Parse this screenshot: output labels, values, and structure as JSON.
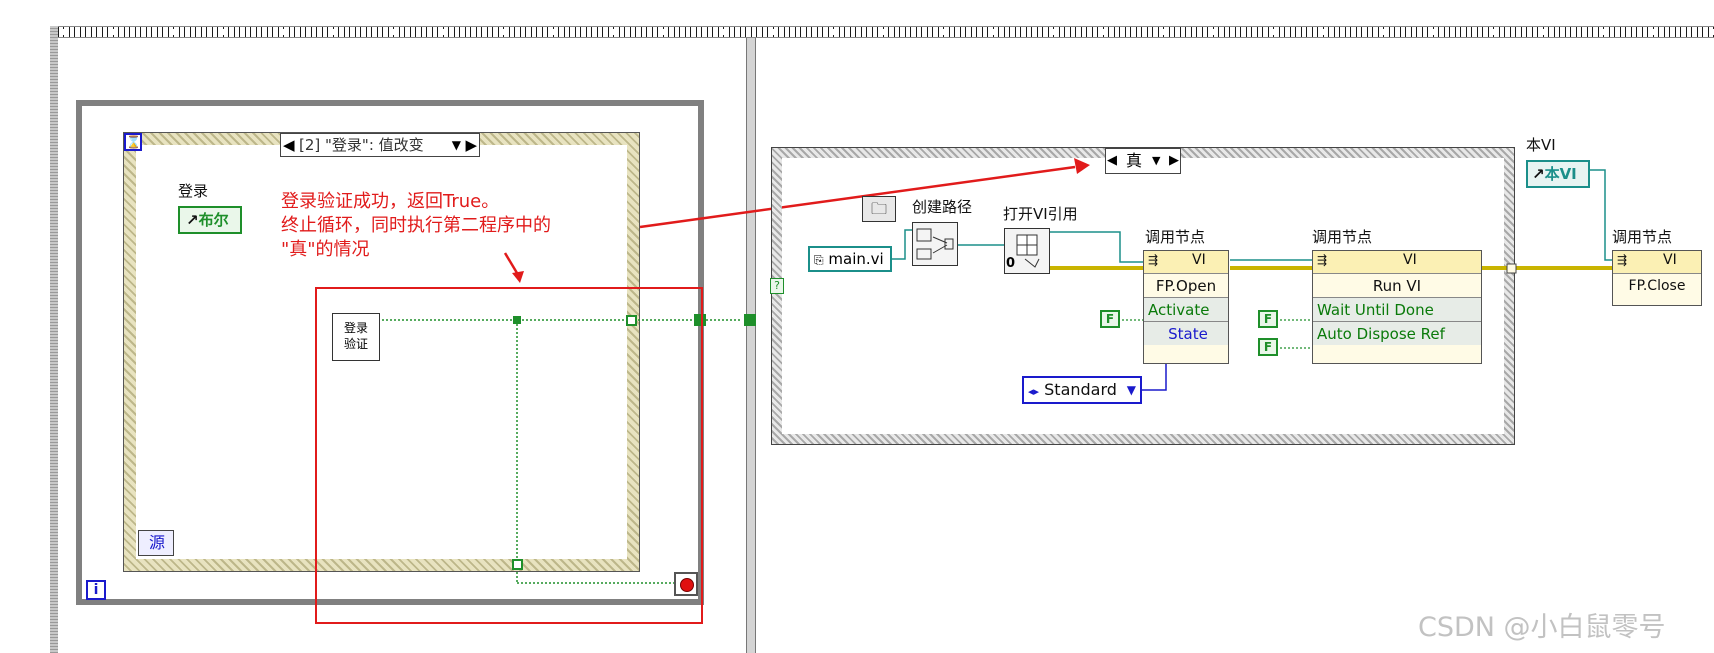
{
  "event_frame": {
    "selector": "[2] \"登录\": 值改变",
    "login_label": "登录",
    "bool_control": "布尔",
    "subvi_line1": "登录",
    "subvi_line2": "验证",
    "source_label": "源",
    "loop_iteration": "i"
  },
  "annotation": {
    "line1": "登录验证成功，返回True。",
    "line2": "终止循环，同时执行第二程序中的",
    "line3": "\"真\"的情况"
  },
  "case_structure": {
    "selector": "真",
    "selector_input": "?",
    "build_path_label": "创建路径",
    "path_constant": "main.vi",
    "open_vi_ref_label": "打开VI引用",
    "open_vi_ref_zero": "0",
    "invoke_node_1": {
      "label": "调用节点",
      "header": "VI",
      "method": "FP.Open",
      "params": [
        "Activate",
        "State"
      ],
      "activate_value": "F",
      "state_value": "Standard"
    },
    "invoke_node_2": {
      "label": "调用节点",
      "header": "VI",
      "method": "Run VI",
      "params": [
        "Wait Until Done",
        "Auto Dispose Ref"
      ],
      "wait_value": "F",
      "dispose_value": "F"
    }
  },
  "this_vi": {
    "label": "本VI",
    "control": "本VI"
  },
  "invoke_node_3": {
    "label": "调用节点",
    "header": "VI",
    "method": "FP.Close"
  },
  "watermark": "CSDN @小白鼠零号",
  "colors": {
    "boolean_green": "#1e8f2a",
    "refnum_teal": "#1b8f8a",
    "enum_blue": "#1a1acc",
    "annotation_red": "#e11b1b",
    "wire_yellow": "#c9b400"
  }
}
